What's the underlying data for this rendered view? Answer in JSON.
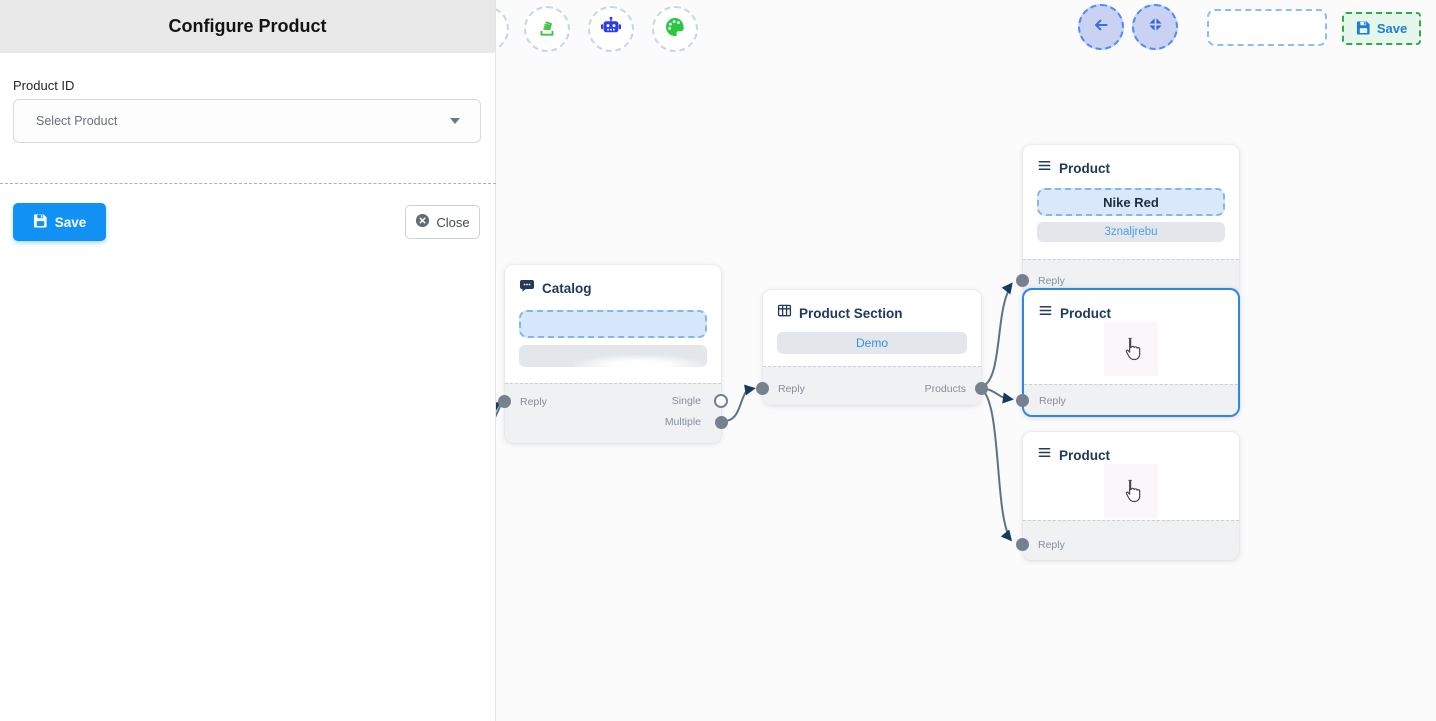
{
  "panel": {
    "title": "Configure Product",
    "field_label": "Product ID",
    "select_value": "Select Product",
    "save_label": "Save",
    "close_label": "Close"
  },
  "toolbar": {
    "icons": [
      "stack-icon",
      "robot-icon",
      "palette-icon"
    ],
    "save_label": "Save"
  },
  "canvas": {
    "catalog": {
      "title": "Catalog",
      "reply_label": "Reply",
      "single_label": "Single",
      "multiple_label": "Multiple"
    },
    "product_section": {
      "title": "Product Section",
      "demo_label": "Demo",
      "reply_label": "Reply",
      "products_label": "Products"
    },
    "products": [
      {
        "title": "Product",
        "item1": "Nike Red",
        "item2": "3znaljrebu",
        "reply_label": "Reply"
      },
      {
        "title": "Product",
        "reply_label": "Reply"
      },
      {
        "title": "Product",
        "reply_label": "Reply"
      }
    ]
  },
  "colors": {
    "accent_blue": "#1191f4",
    "selection_blue": "#2e86e8",
    "success_green": "#2faa4a",
    "edge": "#5d7386",
    "arrow": "#16395f"
  }
}
